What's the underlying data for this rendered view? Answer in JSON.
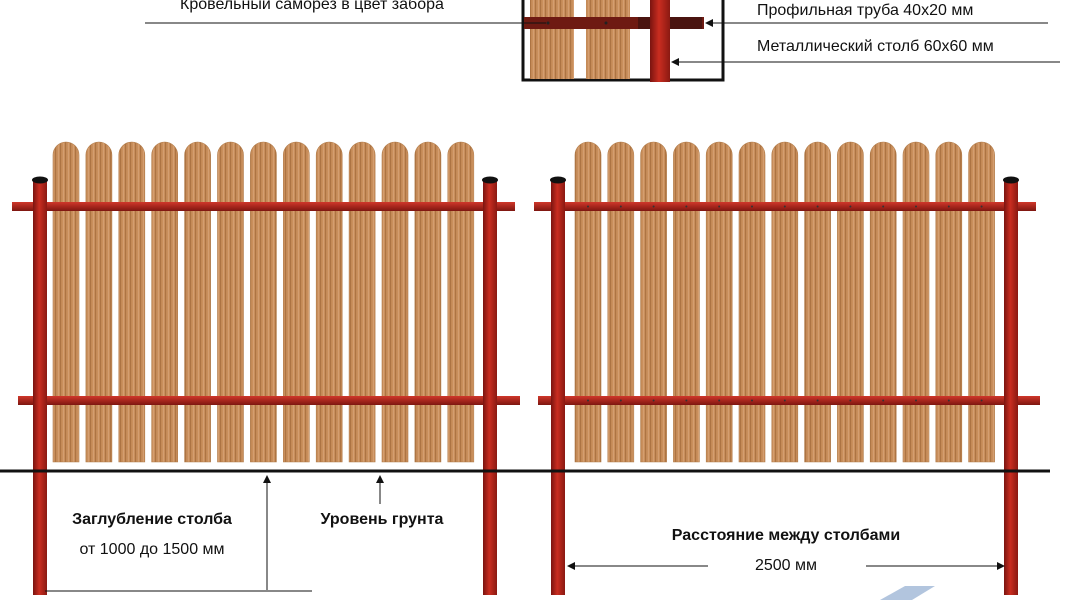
{
  "labels": {
    "screw": "Кровельный саморез в цвет забора",
    "profile_pipe": "Профильная труба 40х20 мм",
    "metal_post": "Металлический столб 60х60 мм",
    "post_depth_title": "Заглубление столба",
    "post_depth_value": "от 1000 до 1500 мм",
    "ground_level": "Уровень грунта",
    "post_spacing_title": "Расстояние между столбами",
    "post_spacing_value": "2500 мм"
  },
  "colors": {
    "post": "#c0281c",
    "post_dark": "#7a1410",
    "rail": "#b3231b",
    "picket": "#c98f5c",
    "picket_dark": "#a8703f",
    "ground": "#111111",
    "detail_rail": "#5a1a14"
  },
  "panels": [
    {
      "pickets": 13
    },
    {
      "pickets": 13
    }
  ]
}
